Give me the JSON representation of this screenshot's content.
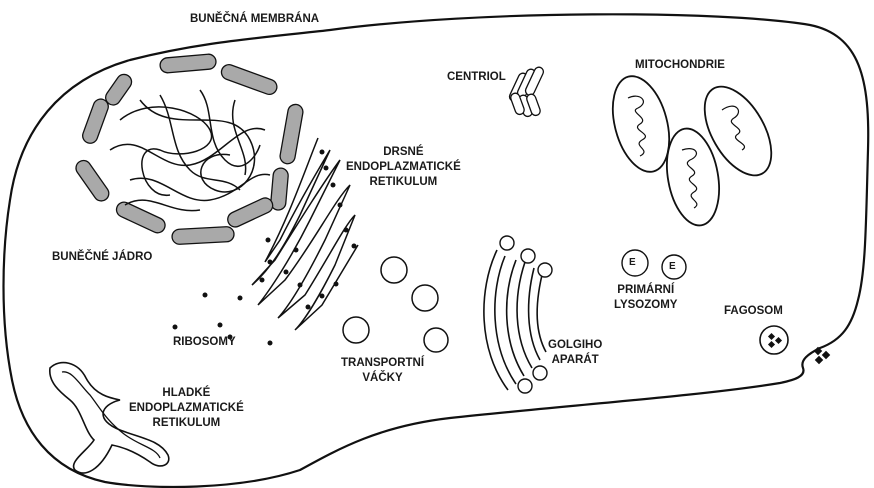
{
  "labels": {
    "membrane": "BUNĚČNÁ MEMBRÁNA",
    "centriole": "CENTRIOL",
    "mitochondria": "MITOCHONDRIE",
    "rough_er": [
      "DRSNÉ",
      "ENDOPLAZMATICKÉ",
      "RETIKULUM"
    ],
    "nucleus": "BUNĚČNÉ JÁDRO",
    "ribosomes": "RIBOSOMY",
    "transport_vesicles": [
      "TRANSPORTNÍ",
      "VÁČKY"
    ],
    "golgi": [
      "GOLGIHO",
      "APARÁT"
    ],
    "lysosomes": [
      "PRIMÁRNÍ",
      "LYSOZOMY"
    ],
    "phagosome": "FAGOSOM",
    "smooth_er": [
      "HLADKÉ",
      "ENDOPLAZMATICKÉ",
      "RETIKULUM"
    ],
    "lysosome_mark": "E"
  },
  "colors": {
    "outline": "#111111",
    "nuclear_envelope": "#a9a9a9",
    "background": "#ffffff"
  }
}
